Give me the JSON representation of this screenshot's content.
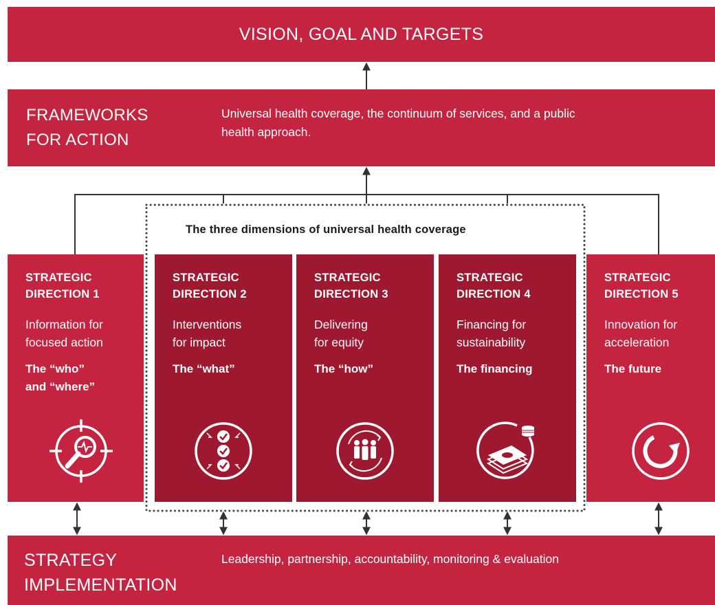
{
  "vision": {
    "title": "VISION, GOAL AND TARGETS"
  },
  "frameworks": {
    "title_line1": "FRAMEWORKS",
    "title_line2": "FOR ACTION",
    "desc_line1": "Universal health coverage, the continuum of services, and a public",
    "desc_line2": "health approach."
  },
  "dimensions_caption": "The three dimensions of universal health coverage",
  "directions": [
    {
      "label_line1": "STRATEGIC",
      "label_line2": "DIRECTION 1",
      "name_line1": "Information for",
      "name_line2": "focused action",
      "tag_line1": "The “who”",
      "tag_line2": "and “where”",
      "icon": "target-magnifier-icon"
    },
    {
      "label_line1": "STRATEGIC",
      "label_line2": "DIRECTION 2",
      "name_line1": "Interventions",
      "name_line2": "for impact",
      "tag_line1": "The “what”",
      "icon": "checklist-icon"
    },
    {
      "label_line1": "STRATEGIC",
      "label_line2": "DIRECTION 3",
      "name_line1": "Delivering",
      "name_line2": "for equity",
      "tag_line1": "The “how”",
      "icon": "people-cycle-icon"
    },
    {
      "label_line1": "STRATEGIC",
      "label_line2": "DIRECTION 4",
      "name_line1": "Financing for",
      "name_line2": "sustainability",
      "tag_line1": "The financing",
      "icon": "money-stack-icon"
    },
    {
      "label_line1": "STRATEGIC",
      "label_line2": "DIRECTION 5",
      "name_line1": "Innovation for",
      "name_line2": "acceleration",
      "tag_line1": "The future",
      "icon": "circular-arrow-icon"
    }
  ],
  "implementation": {
    "title_line1": "STRATEGY",
    "title_line2": "IMPLEMENTATION",
    "desc": "Leadership, partnership, accountability, monitoring & evaluation"
  },
  "colors": {
    "primary": "#c4243f",
    "dark": "#9e1830",
    "line": "#333333",
    "dots": "#444444"
  }
}
